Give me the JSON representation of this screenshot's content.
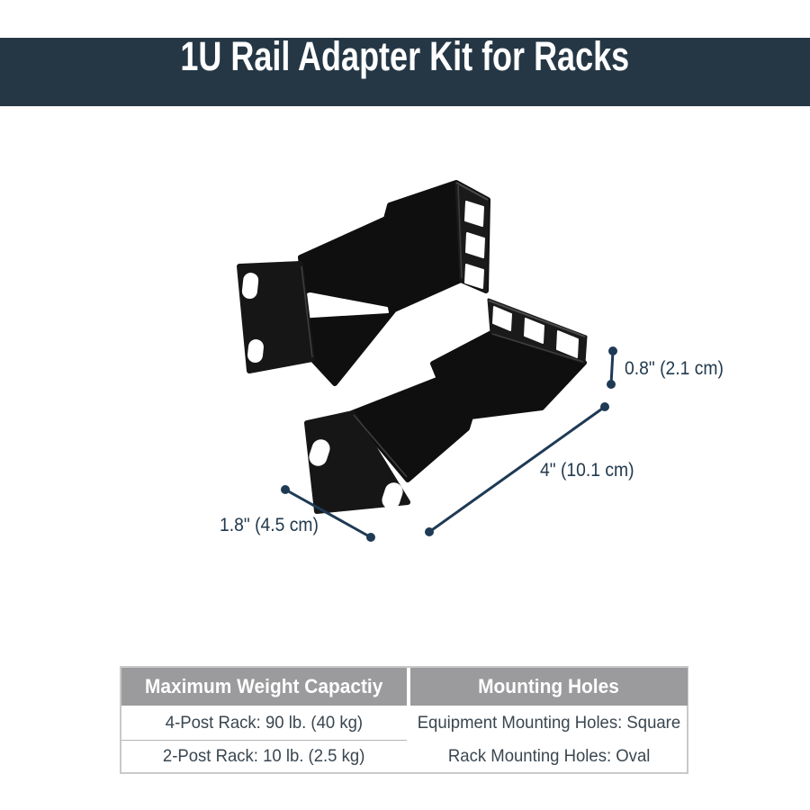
{
  "header": {
    "title": "1U Rail Adapter Kit for Racks"
  },
  "product": {
    "upper_bracket": "black 1U rail adapter bracket, rear-left view, two oval holes on front flange, three square holes on rack flange",
    "lower_bracket": "black 1U rail adapter bracket, front-right view, two oval holes on front flange, three square holes on rack flange"
  },
  "dimensions": {
    "height": {
      "label": "0.8\" (2.1 cm)"
    },
    "length": {
      "label": "4\" (10.1 cm)"
    },
    "depth": {
      "label": "1.8\" (4.5 cm)"
    }
  },
  "table": {
    "columns": [
      {
        "header": "Maximum Weight Capactiy",
        "rows": [
          "4-Post Rack: 90 lb. (40 kg)",
          "2-Post Rack: 10 lb. (2.5 kg)"
        ]
      },
      {
        "header": "Mounting Holes",
        "rows": [
          "Equipment Mounting Holes: Square",
          "Rack Mounting Holes: Oval"
        ]
      }
    ]
  },
  "colors": {
    "banner-bg": "#253745",
    "banner-text": "#ffffff",
    "annotation": "#1e3a55",
    "annotation-text": "#223a4e",
    "table-header-bg": "#9b9b9d",
    "table-header-text": "#ffffff",
    "table-body-text": "#3a4650",
    "table-border": "#c9c9c9",
    "bracket": "#0f0f0f"
  }
}
